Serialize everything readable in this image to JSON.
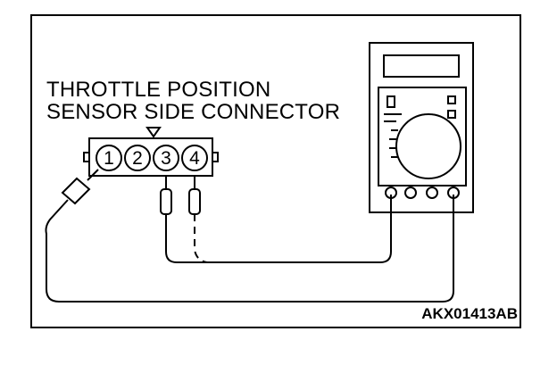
{
  "diagram": {
    "title_line1": "THROTTLE POSITION",
    "title_line2": "SENSOR SIDE CONNECTOR",
    "figure_id": "AKX01413AB",
    "connector_pins": [
      "1",
      "2",
      "3",
      "4"
    ]
  }
}
